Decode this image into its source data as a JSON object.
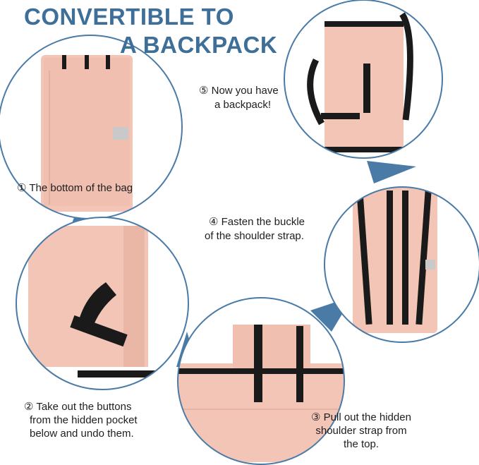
{
  "title": {
    "line1": "CONVERTIBLE TO",
    "line2": "A BACKPACK"
  },
  "steps": {
    "s1": "① The bottom of the bag",
    "s2": {
      "l1": "② Take out the buttons",
      "l2": "from the hidden pocket",
      "l3": "below and undo them."
    },
    "s3": {
      "l1": "③ Pull out the hidden",
      "l2": "shoulder strap from",
      "l3": "the top."
    },
    "s4": {
      "l1": "④ Fasten the buckle",
      "l2": "of the shoulder strap."
    },
    "s5": {
      "l1": "⑤ Now you have",
      "l2": "a backpack!"
    }
  },
  "colors": {
    "accent": "#3d6f98",
    "bag": "#f2c3b4",
    "strap": "#1a1a1a",
    "circle": "#4a7aa6"
  }
}
